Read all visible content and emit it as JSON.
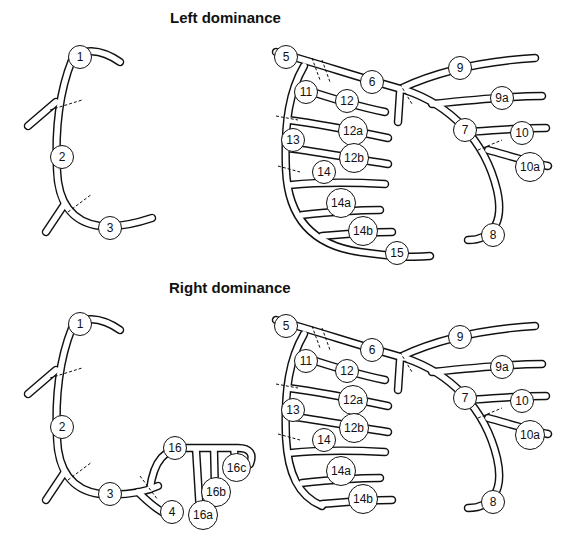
{
  "diagram": {
    "nodes": [
      {
        "text": [
          "1"
        ]
      },
      {
        "text": [
          "2"
        ]
      },
      {
        "text": [
          "3"
        ]
      },
      {
        "text": [
          "5"
        ]
      },
      {
        "text": [
          "6"
        ]
      },
      {
        "text": [
          "9"
        ]
      },
      {
        "text": [
          "9a"
        ]
      },
      {
        "text": [
          "7"
        ]
      },
      {
        "text": [
          "10"
        ]
      },
      {
        "text": [
          "10a"
        ]
      },
      {
        "text": [
          "8"
        ]
      },
      {
        "text": [
          "11"
        ]
      },
      {
        "text": [
          "12"
        ]
      },
      {
        "text": [
          "12a"
        ]
      },
      {
        "text": [
          "12b"
        ]
      },
      {
        "text": [
          "13"
        ]
      },
      {
        "text": [
          "14"
        ]
      },
      {
        "text": [
          "14a"
        ]
      },
      {
        "text": [
          "14b"
        ]
      },
      {
        "text": [
          "15"
        ]
      },
      {
        "text": [
          "1"
        ]
      },
      {
        "text": [
          "2"
        ]
      },
      {
        "text": [
          "3"
        ]
      },
      {
        "text": [
          "16"
        ]
      },
      {
        "text": [
          "16c"
        ]
      },
      {
        "text": [
          "16b"
        ]
      },
      {
        "text": [
          "4"
        ]
      },
      {
        "text": [
          "16a"
        ]
      },
      {
        "text": [
          "5"
        ]
      },
      {
        "text": [
          "6"
        ]
      },
      {
        "text": [
          "9"
        ]
      },
      {
        "text": [
          "9a"
        ]
      },
      {
        "text": [
          "7"
        ]
      },
      {
        "text": [
          "10"
        ]
      },
      {
        "text": [
          "10a"
        ]
      },
      {
        "text": [
          "8"
        ]
      },
      {
        "text": [
          "11"
        ]
      },
      {
        "text": [
          "12"
        ]
      },
      {
        "text": [
          "12a"
        ]
      },
      {
        "text": [
          "12b"
        ]
      },
      {
        "text": [
          "13"
        ]
      },
      {
        "text": [
          "14"
        ]
      },
      {
        "text": [
          "14a"
        ]
      },
      {
        "text": [
          "14b"
        ]
      }
    ],
    "labels": [
      "Left dominance",
      "Right dominance"
    ]
  }
}
